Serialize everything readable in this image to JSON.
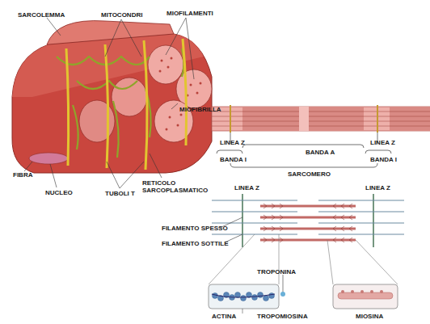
{
  "diagram": {
    "labels": [
      "SARCOLEMMA",
      "MITOCONDRI",
      "MIOFILAMENTI",
      "MIOFIBRILLA",
      "FIBRA",
      "NUCLEO",
      "TUBOLI T",
      "RETICOLO SARCOPLASMATICO",
      "LINEA Z",
      "BANDA A",
      "LINEA Z",
      "BANDA I",
      "BANDA I",
      "SARCOMERO",
      "LINEA Z",
      "LINEA Z",
      "FILAMENTO SPESSO",
      "FILAMENTO SOTTILE",
      "TROPONINA",
      "ACTINA",
      "TROPOMIOSINA",
      "MIOSINA"
    ]
  }
}
